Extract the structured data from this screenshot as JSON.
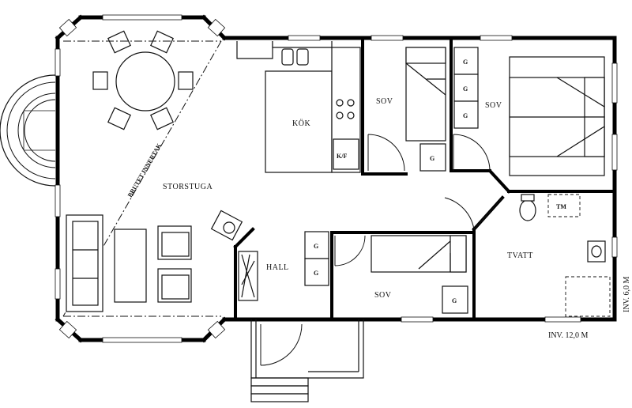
{
  "rooms": {
    "storstuga": "STORSTUGA",
    "kok": "KÖK",
    "sov_top": "SOV",
    "sov_right": "SOV",
    "sov_bottom": "SOV",
    "hall": "HALL",
    "tvatt": "TVATT"
  },
  "fixtures": {
    "wardrobe": "G",
    "tm": "TM",
    "kf": "K/F"
  },
  "annotations": {
    "ceiling_note": "BRUTET INNERTAK"
  },
  "dimensions": {
    "width": "INV. 12,0 M",
    "depth": "INV. 6,0 M"
  }
}
